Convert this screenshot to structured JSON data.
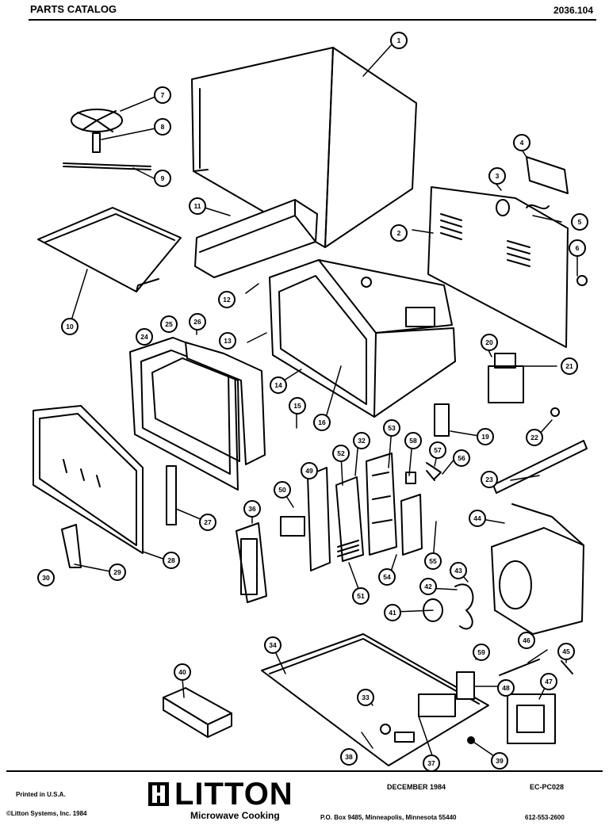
{
  "header": {
    "title": "PARTS CATALOG",
    "model": "2036.104"
  },
  "callouts": [
    "1",
    "2",
    "3",
    "4",
    "5",
    "6",
    "7",
    "8",
    "9",
    "10",
    "11",
    "12",
    "13",
    "14",
    "15",
    "16",
    "19",
    "20",
    "21",
    "22",
    "23",
    "24",
    "25",
    "26",
    "27",
    "28",
    "29",
    "30",
    "32",
    "33",
    "34",
    "36",
    "37",
    "38",
    "39",
    "40",
    "41",
    "42",
    "43",
    "44",
    "45",
    "46",
    "47",
    "48",
    "49",
    "50",
    "51",
    "52",
    "53",
    "54",
    "55",
    "56",
    "57",
    "58",
    "59"
  ],
  "footer": {
    "printed": "Printed in U.S.A.",
    "copyright": "©Litton Systems, Inc. 1984",
    "brand": "LITTON",
    "brand_sub": "Microwave Cooking",
    "date": "DECEMBER 1984",
    "code": "EC-PC028",
    "address": "P.O. Box 9485, Minneapolis, Minnesota 55440",
    "phone": "612-553-2600"
  }
}
